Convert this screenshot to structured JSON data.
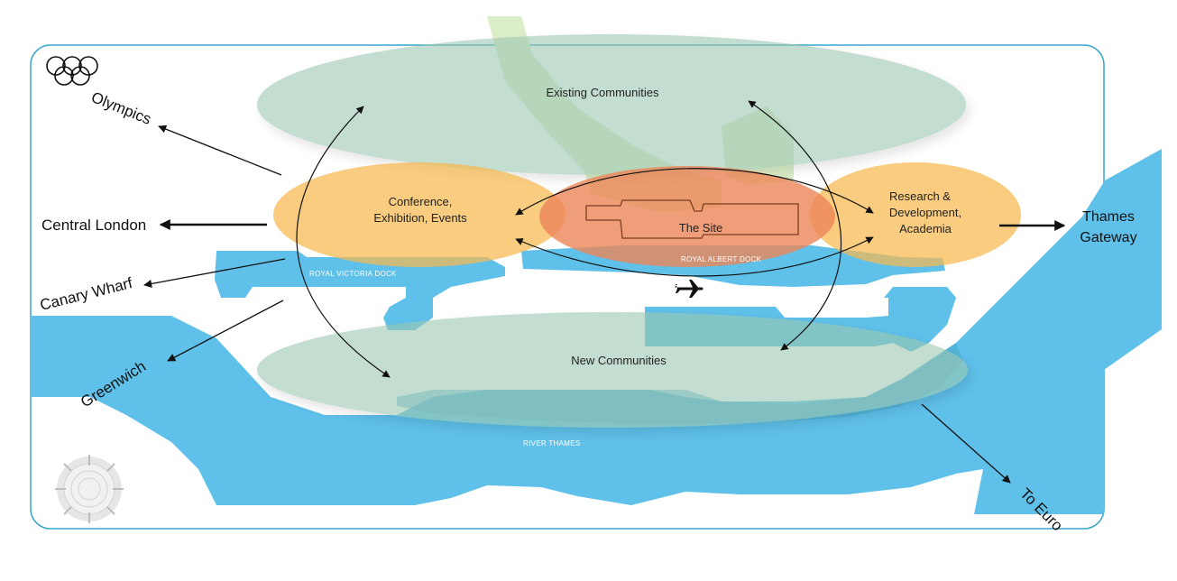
{
  "colors": {
    "frame": "#3aa6c8",
    "water": "#5fc0ea",
    "land_green": "#dceec8",
    "community": "#9cc7b1",
    "activity": "#f6b84f",
    "site": "#ec8657",
    "site_outline": "#8a4a2a",
    "arrow": "#111111"
  },
  "icons": {
    "olympic_rings": "olympic-rings-icon",
    "airplane": "airplane-icon",
    "compass_dome": "o2-dome-icon"
  },
  "zones": {
    "existing": "Existing Communities",
    "new": "New Communities",
    "site": "The Site",
    "conference": [
      "Conference,",
      "Exhibition, Events"
    ],
    "research": [
      "Research &",
      "Development,",
      "Academia"
    ]
  },
  "water_labels": {
    "victoria_dock": "ROYAL VICTORIA DOCK",
    "albert_dock": "ROYAL ALBERT DOCK",
    "thames": "RIVER THAMES"
  },
  "destinations": {
    "olympics": "Olympics",
    "central_london": "Central London",
    "canary_wharf": "Canary Wharf",
    "greenwich": "Greenwich",
    "thames_gateway": [
      "Thames",
      "Gateway"
    ],
    "to_europe": "To Euro"
  }
}
